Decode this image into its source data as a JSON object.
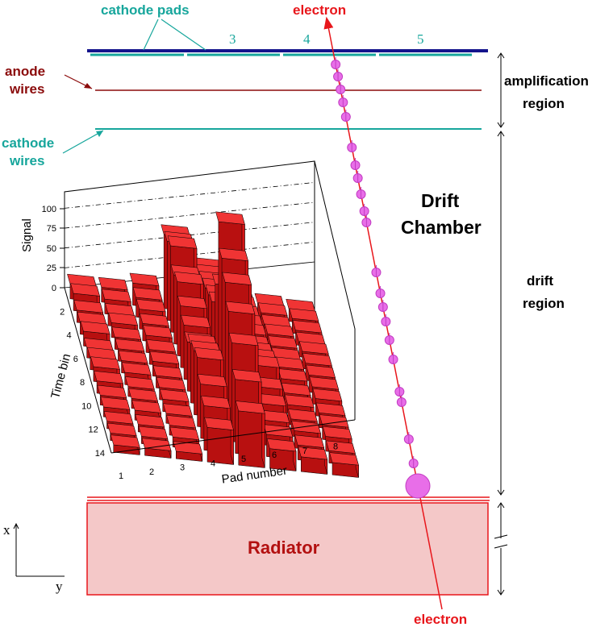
{
  "labels": {
    "electron_top": "electron",
    "electron_bottom": "electron",
    "cathode_pads": "cathode pads",
    "pad_numbers": [
      "3",
      "4",
      "5"
    ],
    "anode_wires": [
      "anode",
      "wires"
    ],
    "cathode_wires": [
      "cathode",
      "wires"
    ],
    "amplification_region": [
      "amplification",
      "region"
    ],
    "drift_region": [
      "drift",
      "region"
    ],
    "drift_chamber": [
      "Drift",
      "Chamber"
    ],
    "radiator": "Radiator",
    "axis_x": "x",
    "axis_y": "y"
  },
  "colors": {
    "red": "#e8161b",
    "dark_red": "#8b0b0b",
    "teal": "#17a69c",
    "navy": "#14148c",
    "magenta": "#e86ee8",
    "radiator_fill": "#f4c8c8"
  },
  "chart_data": {
    "type": "3d-bar",
    "ylabel": "Signal",
    "xlabel": "Pad number",
    "zlabel": "Time bin",
    "signal_ticks": [
      "0",
      "25",
      "50",
      "75",
      "100"
    ],
    "pad_ticks": [
      "1",
      "2",
      "3",
      "4",
      "5",
      "6",
      "7",
      "8"
    ],
    "time_ticks": [
      "2",
      "4",
      "6",
      "8",
      "10",
      "12",
      "14"
    ]
  }
}
